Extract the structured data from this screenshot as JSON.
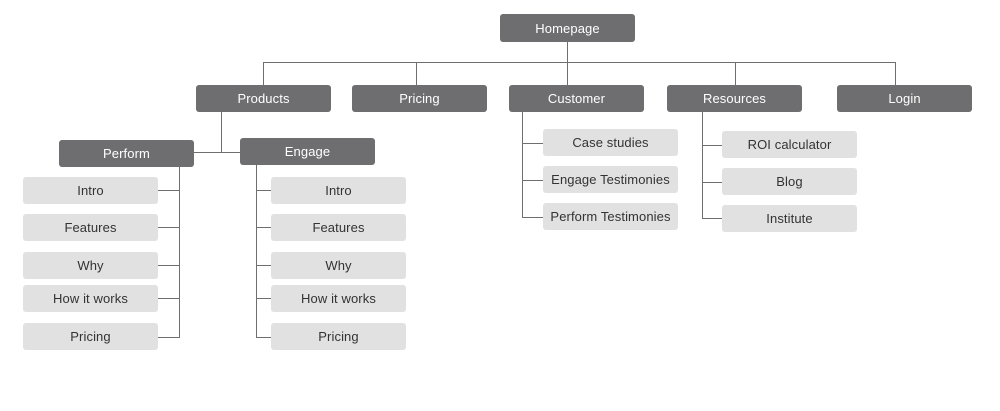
{
  "sitemap": {
    "root": "Homepage",
    "top_level": [
      "Products",
      "Pricing",
      "Customer",
      "Resources",
      "Login"
    ],
    "products": {
      "perform": {
        "label": "Perform",
        "items": [
          "Intro",
          "Features",
          "Why",
          "How it works",
          "Pricing"
        ]
      },
      "engage": {
        "label": "Engage",
        "items": [
          "Intro",
          "Features",
          "Why",
          "How it works",
          "Pricing"
        ]
      }
    },
    "customer_items": [
      "Case studies",
      "Engage Testimonies",
      "Perform Testimonies"
    ],
    "resources_items": [
      "ROI calculator",
      "Blog",
      "Institute"
    ]
  },
  "colors": {
    "dark_node": "#6e6e70",
    "light_node": "#e1e1e1",
    "connector": "#6f6f6f"
  }
}
